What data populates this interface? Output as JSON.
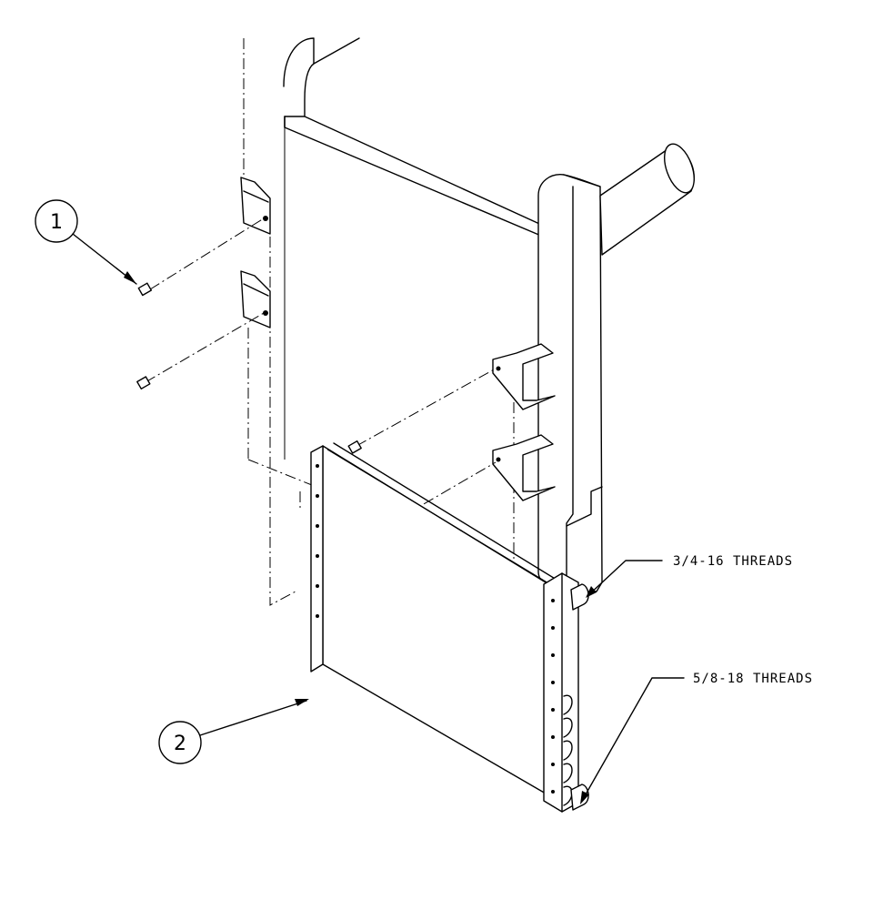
{
  "callouts": [
    {
      "id": "1",
      "label": "1"
    },
    {
      "id": "2",
      "label": "2"
    }
  ],
  "notes": {
    "upper_port": "3/4-16 THREADS",
    "lower_port": "5/8-18 THREADS"
  }
}
